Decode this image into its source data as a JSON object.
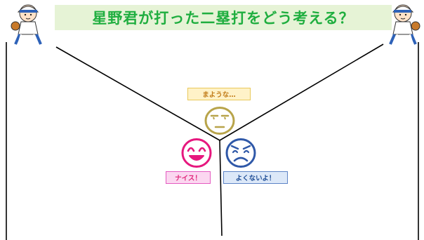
{
  "title": "星野君が打った二塁打をどう考える？",
  "options": {
    "top": {
      "label": "まような…",
      "color": "#b8a44a",
      "face": "unsure-face-icon"
    },
    "left": {
      "label": "ナイス！",
      "color": "#e6177e",
      "face": "smile-face-icon"
    },
    "right": {
      "label": "よくないよ！",
      "color": "#2f58a8",
      "face": "angry-face-icon"
    }
  },
  "colors": {
    "title_text": "#1fae3f",
    "title_bg": "#e6f3d6",
    "divider": "#000000"
  }
}
